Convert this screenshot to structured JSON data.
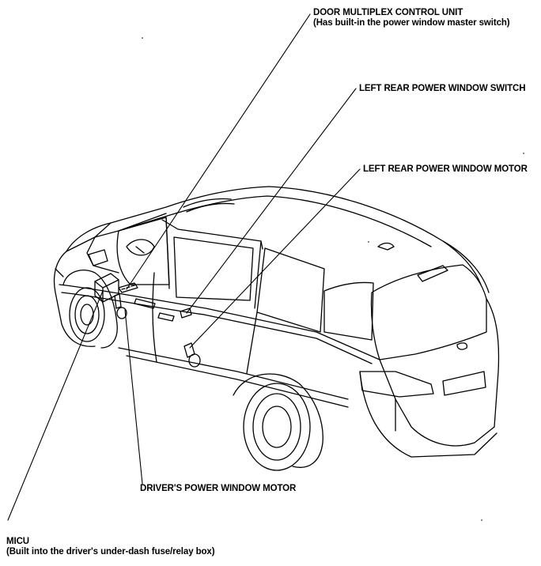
{
  "callouts": {
    "door_multiplex": {
      "title": "DOOR MULTIPLEX CONTROL UNIT",
      "subtitle": "(Has built-in the power window master switch)"
    },
    "lr_switch": {
      "title": "LEFT REAR POWER WINDOW SWITCH"
    },
    "lr_motor": {
      "title": "LEFT REAR POWER WINDOW MOTOR"
    },
    "driver_motor": {
      "title": "DRIVER'S POWER WINDOW MOTOR"
    },
    "micu": {
      "title": "MICU",
      "subtitle": "(Built into the driver's under-dash fuse/relay box)"
    }
  }
}
